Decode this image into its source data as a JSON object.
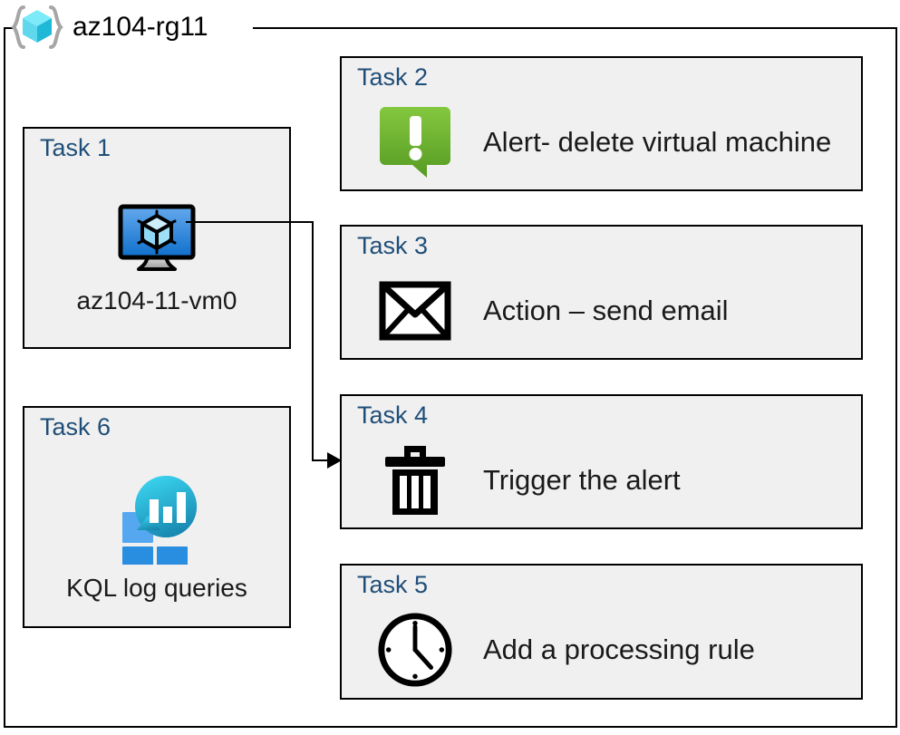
{
  "resource_group": {
    "name": "az104-rg11",
    "icon": "resource-group-cube-icon"
  },
  "theme": {
    "card_background": "#f0f0f0",
    "card_border": "#000000",
    "task_title_color": "#1f4e79",
    "label_color": "#1a1a1a",
    "alert_green_light": "#7cc043",
    "alert_green_dark": "#5a9e28",
    "vm_blue_light": "#5aa0e8",
    "vm_blue_dark": "#1272ce",
    "log_cyan": "#32c8e6",
    "log_teal": "#1b8fb5",
    "log_blue": "#2a8ee0",
    "log_blue_light": "#55a8f0",
    "rg_cube_cyan": "#6fe4f7",
    "rg_cube_teal": "#26c6da",
    "rg_bracket_gray": "#a6a6a6"
  },
  "tasks": [
    {
      "id": "task-1",
      "title": "Task 1",
      "label": "az104-11-vm0",
      "icon": "virtual-machine-icon",
      "column": "left"
    },
    {
      "id": "task-2",
      "title": "Task 2",
      "label": "Alert- delete virtual machine",
      "icon": "alert-exclamation-icon",
      "column": "right"
    },
    {
      "id": "task-3",
      "title": "Task 3",
      "label": "Action – send email",
      "icon": "envelope-icon",
      "column": "right"
    },
    {
      "id": "task-4",
      "title": "Task 4",
      "label": "Trigger the alert",
      "icon": "trash-delete-icon",
      "column": "right"
    },
    {
      "id": "task-5",
      "title": "Task 5",
      "label": "Add a processing rule",
      "icon": "clock-icon",
      "column": "right"
    },
    {
      "id": "task-6",
      "title": "Task 6",
      "label": "KQL log queries",
      "icon": "log-analytics-icon",
      "column": "left"
    }
  ],
  "connector": {
    "from": "task-1",
    "to": "task-4",
    "icon": "arrow-right-icon"
  }
}
